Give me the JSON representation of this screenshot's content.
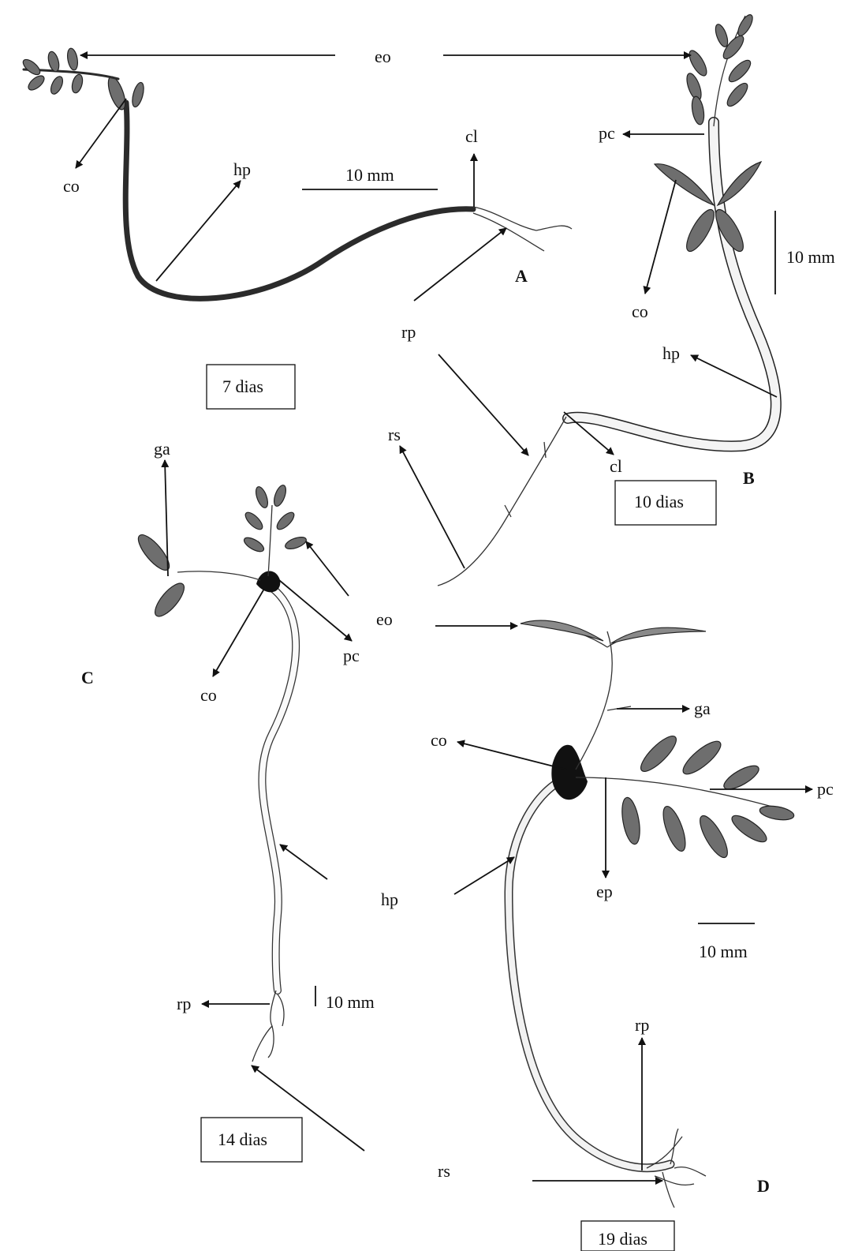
{
  "labels": {
    "eo": "eo",
    "co": "co",
    "hp": "hp",
    "cl": "cl",
    "rp": "rp",
    "rs": "rs",
    "pc": "pc",
    "ga": "ga",
    "ep": "ep",
    "scale": "10 mm"
  },
  "panels": {
    "A": "A",
    "B": "B",
    "C": "C",
    "D": "D"
  },
  "days": {
    "A": "7 dias",
    "B": "10 dias",
    "C": "14 dias",
    "D": "19 dias"
  }
}
